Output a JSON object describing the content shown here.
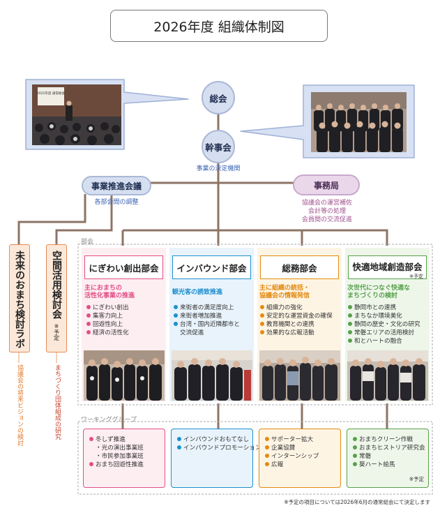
{
  "title": "2026年度 組織体制図",
  "top": {
    "soukai": "総会",
    "kanjikai": "幹事会",
    "kanjikai_sub": "事業の決定機関",
    "photo_left_caption": "2025年度 通常総会"
  },
  "jigyo": {
    "label": "事業推進会議",
    "sub": "各部会間の調整"
  },
  "jimukyoku": {
    "label": "事務局",
    "sub": [
      "協議会の運営補佐",
      "会計等の処理",
      "会員間の交流促進"
    ]
  },
  "side": {
    "lab": {
      "label": "未来のおまち検討ラボ",
      "note": "協議会の将来ビジョンの検討"
    },
    "kukan": {
      "label": "空間活用検討会",
      "tag": "※予定",
      "note": "まちづくり団体組成の研究"
    }
  },
  "bukai_label": "部会",
  "wg_label": "ワーキンググループ",
  "colors": {
    "pink": "#e24f86",
    "blue": "#1d8fd0",
    "orange": "#e38a10",
    "green": "#56a14a"
  },
  "depts": [
    {
      "name": "にぎわい創出部会",
      "lead": [
        "主におまちの",
        "活性化事業の推進"
      ],
      "items": [
        "にぎわい創出",
        "集客力向上",
        "回遊性向上",
        "経済の活性化"
      ],
      "wg": [
        "冬しず推進",
        "・光の演出事業班",
        "・市民参加事業班",
        "おまち回遊性推進"
      ]
    },
    {
      "name": "インバウンド部会",
      "lead": [
        "観光客の誘致推進"
      ],
      "items": [
        "来街者の満足度向上",
        "来街者増加推進",
        "台湾・国内近隣都市と",
        "交流促進"
      ],
      "wg": [
        "インバウンドおもてなし",
        "インバウンドプロモーション"
      ]
    },
    {
      "name": "総務部会",
      "lead": [
        "主に組織の統括・",
        "協議会の情報発信"
      ],
      "items": [
        "組織力の強化",
        "安定的な運営資金の確保",
        "教育機関との連携",
        "効果的な広報活動"
      ],
      "wg": [
        "サポーター拡大",
        "企業協賛",
        "インターンシップ",
        "広報"
      ]
    },
    {
      "name": "快適地域創造部会",
      "tag": "※予定",
      "lead": [
        "次世代につなぐ快適な",
        "まちづくりの検討"
      ],
      "items": [
        "静岡市との連携",
        "まちなか環境美化",
        "静岡の歴史・文化の研究",
        "常磐エリアの活用検討",
        "和とハートの融合"
      ],
      "wg": [
        "おまちクリーン作戦",
        "おまちヒストリア研究会",
        "常磐",
        "葵ハート絵馬"
      ],
      "wg_tag": "※予定"
    }
  ],
  "footnote": "※予定の項目については2026年6月の通常総会にて決定します"
}
